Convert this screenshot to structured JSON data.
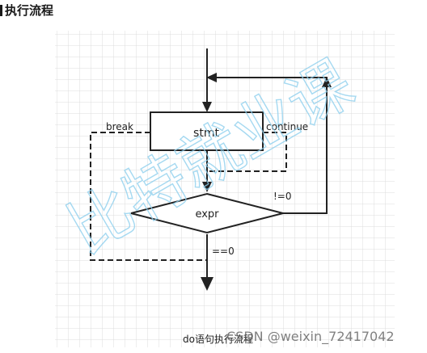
{
  "header": {
    "title": "执行流程"
  },
  "diagram": {
    "stmt": "stmt",
    "expr": "expr",
    "break": "break",
    "continue": "continue",
    "true_cond": "!=0",
    "false_cond": "==0"
  },
  "caption": "do语句执行流程",
  "watermarks": {
    "csdn": "CSDN @weixin_72417042",
    "site": "比特就业课"
  },
  "colors": {
    "line": "#222222",
    "grid": "#dcdcdc",
    "watermark": "#8fd0ee"
  }
}
